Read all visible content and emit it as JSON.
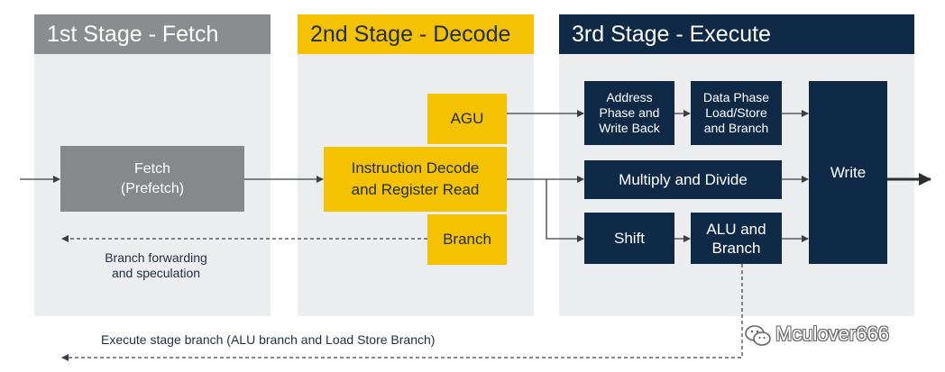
{
  "stages": {
    "fetch": {
      "title": "1st Stage - Fetch"
    },
    "decode": {
      "title": "2nd Stage - Decode"
    },
    "execute": {
      "title": "3rd Stage - Execute"
    }
  },
  "blocks": {
    "fetch": "Fetch\n(Prefetch)",
    "agu": "AGU",
    "instruction_decode": "Instruction Decode\nand Register Read",
    "branch": "Branch",
    "address_phase": "Address\nPhase and\nWrite Back",
    "data_phase": "Data Phase\nLoad/Store\nand Branch",
    "multiply_divide": "Multiply and Divide",
    "shift": "Shift",
    "alu_branch": "ALU and\nBranch",
    "write": "Write"
  },
  "annotations": {
    "branch_forwarding": "Branch forwarding\nand speculation",
    "execute_branch": "Execute stage branch (ALU branch and Load Store Branch)"
  },
  "watermark": {
    "icon": "wechat-icon",
    "text": "Mculover666"
  },
  "colors": {
    "fetch_grey": "#86898c",
    "decode_yellow": "#f5c200",
    "execute_navy": "#0f2a47",
    "panel_bg": "#ebedef"
  }
}
